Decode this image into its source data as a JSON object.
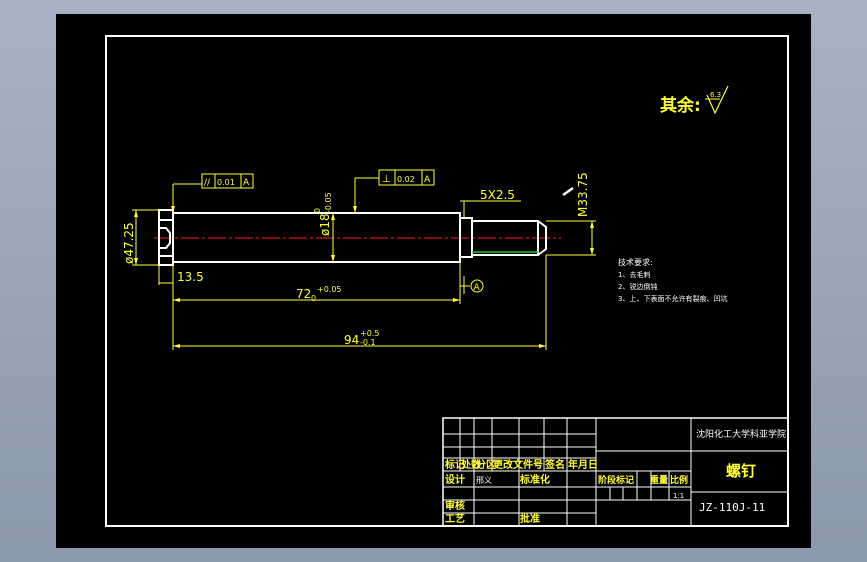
{
  "roughness": {
    "label": "其余:",
    "value": "6.3"
  },
  "tolerances": {
    "parallel": {
      "symbol": "//",
      "value": "0.01",
      "datum": "A"
    },
    "perpendicular": {
      "symbol": "⊥",
      "value": "0.02",
      "datum": "A"
    }
  },
  "dimensions": {
    "head_diameter": "ø47.25",
    "shaft_diameter_base": "ø18",
    "shaft_diameter_upper": "0",
    "shaft_diameter_lower": "-0.05",
    "thread": "M33.75",
    "groove": "5X2.5",
    "head_length": "13.5",
    "shaft_length_base": "72",
    "shaft_length_sub": "0",
    "shaft_length_sup": "+0.05",
    "total_length_base": "94",
    "total_length_upper": "+0.5",
    "total_length_lower": "-0.1",
    "datum": "A"
  },
  "notes": {
    "title": "技术要求:",
    "items": [
      "1、去毛刺",
      "2、锐边倒钝",
      "3、上、下表面不允许有裂痕、凹坑"
    ]
  },
  "title_block": {
    "school": "沈阳化工大学科亚学院",
    "part_name": "螺钉",
    "drawing_no": "JZ-110J-11",
    "ratio": "1:1",
    "headers": [
      "标记",
      "处数",
      "分区",
      "更改文件号",
      "签名",
      "年月日"
    ],
    "label_design": "设计",
    "designer": "邢义",
    "label_standard": "标准化",
    "label_review": "审核",
    "label_process": "工艺",
    "label_approve": "批准",
    "label_stage": "阶段标记",
    "label_weight": "重量",
    "label_scale": "比例"
  },
  "colors": {
    "line": "#ffff3c",
    "outline": "#ffffff",
    "centerline": "#ff2020",
    "thread": "#1fbf3f",
    "paper": "#000000"
  }
}
